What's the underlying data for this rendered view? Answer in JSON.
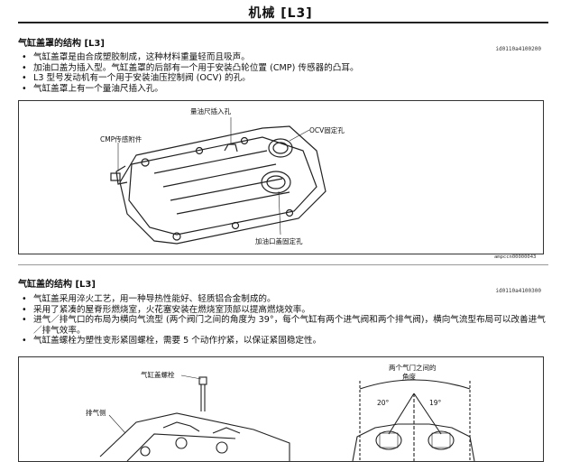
{
  "header": {
    "title": "机械 [L3]"
  },
  "section1": {
    "title": "气缸盖罩的结构 [L3]",
    "code": "id0110a4100200",
    "bullets": [
      "气缸盖罩是由合成塑胶制成，这种材料重量轻而且吸声。",
      "加油口盖为插入型。气缸盖罩的后部有一个用于安装凸轮位置 (CMP) 传感器的凸耳。",
      "L3 型号发动机有一个用于安装油压控制阀 (OCV) 的孔。",
      "气缸盖罩上有一个量油尺插入孔。"
    ],
    "figure": {
      "labels": {
        "dipstick": "量油尺插入孔",
        "ocv": "OCV固定孔",
        "cmp": "CMP传感附件",
        "filler": "加油口盖固定孔"
      },
      "code": "ampccn00000043"
    }
  },
  "section2": {
    "title": "气缸盖的结构 [L3]",
    "code": "id0110a4100300",
    "bullets": [
      "气缸盖采用淬火工艺，用一种导热性能好、轻质铝合金制成的。",
      "采用了紧凑的屋脊形燃烧室，火花塞安装在燃烧室顶部以提高燃烧效率。",
      "进气／排气口的布局为横向气流型 (两个阀门之间的角度为 39°，每个气缸有两个进气阀和两个排气阀)，横向气流型布局可以改善进气／排气效率。",
      "气缸盖螺栓为塑性变形紧固螺栓，需要 5 个动作拧紧，以保证紧固稳定性。"
    ],
    "figure": {
      "labels": {
        "bolt": "气缸盖螺栓",
        "exhaust": "排气侧",
        "angle_title_1": "两个气门之间的",
        "angle_title_2": "角度",
        "angle_left": "20°",
        "angle_right": "19°"
      }
    }
  }
}
